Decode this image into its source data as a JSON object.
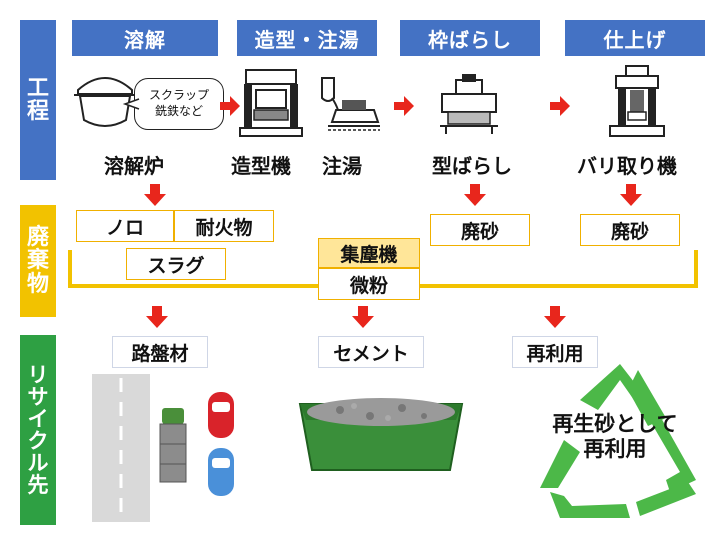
{
  "side_labels": {
    "process": [
      "工",
      "程"
    ],
    "waste": [
      "廃",
      "棄",
      "物"
    ],
    "recycle": [
      "リ",
      "サ",
      "イ",
      "ク",
      "ル",
      "先"
    ]
  },
  "process_headers": [
    "溶解",
    "造型・注湯",
    "枠ばらし",
    "仕上げ"
  ],
  "furnace_bubble": {
    "line1": "スクラップ",
    "line2": "銑鉄など"
  },
  "equipment_labels": {
    "furnace": "溶解炉",
    "molding_machine": "造型機",
    "pouring": "注湯",
    "shakeout": "型ばらし",
    "deburring": "バリ取り機"
  },
  "waste": {
    "noro": "ノロ",
    "refractory": "耐火物",
    "slag": "スラグ",
    "dust_collector": "集塵機",
    "fine_powder": "微粉",
    "sand1": "廃砂",
    "sand2": "廃砂"
  },
  "recycle": {
    "roadbed": "路盤材",
    "cement": "セメント",
    "reuse": "再利用",
    "reuse_note_line1": "再生砂として",
    "reuse_note_line2": "再利用"
  },
  "colors": {
    "blue": "#4472c4",
    "yellow": "#f2c200",
    "green": "#2ea043",
    "red_arrow": "#e8261c",
    "recycle_green": "#4cb848"
  }
}
